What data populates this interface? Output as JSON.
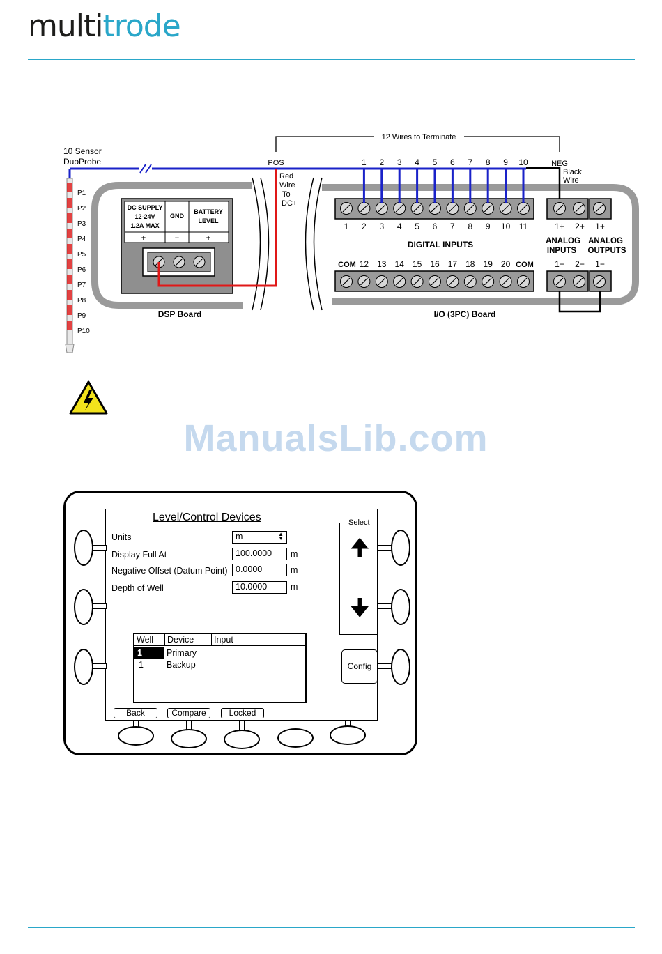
{
  "header": {
    "logo_part1": "multi",
    "logo_part2": "trode",
    "accent_color": "#2aa7c9"
  },
  "diagram": {
    "probe_label_1": "10 Sensor",
    "probe_label_2": "DuoProbe",
    "probe_points": [
      "P1",
      "P2",
      "P3",
      "P4",
      "P5",
      "P6",
      "P7",
      "P8",
      "P9",
      "P10"
    ],
    "wires_caption": "12 Wires to Terminate",
    "pos_label": "POS",
    "neg_label": "NEG",
    "black_wire_1": "Black",
    "black_wire_2": "Wire",
    "red_wire_lines": [
      "Red",
      "Wire",
      "To",
      "DC+"
    ],
    "dsp_headers": {
      "dc_1": "DC SUPPLY",
      "dc_2": "12-24V",
      "dc_3": "1.2A MAX",
      "gnd": "GND",
      "bat_1": "BATTERY",
      "bat_2": "LEVEL"
    },
    "dsp_signs": [
      "+",
      "−",
      "+"
    ],
    "dsp_board_label": "DSP Board",
    "top_wire_numbers": [
      "1",
      "2",
      "3",
      "4",
      "5",
      "6",
      "7",
      "8",
      "9",
      "10"
    ],
    "digital_top_numbers": [
      "1",
      "2",
      "3",
      "4",
      "5",
      "6",
      "7",
      "8",
      "9",
      "10",
      "11"
    ],
    "digital_inputs_label": "DIGITAL INPUTS",
    "bottom_numbers": [
      "COM",
      "12",
      "13",
      "14",
      "15",
      "16",
      "17",
      "18",
      "19",
      "20",
      "COM"
    ],
    "analog_top_labels": [
      "1+",
      "2+",
      "1+"
    ],
    "analog_inputs_1": "ANALOG",
    "analog_inputs_2": "INPUTS",
    "analog_outputs_1": "ANALOG",
    "analog_outputs_2": "OUTPUTS",
    "analog_bottom_labels": [
      "1−",
      "2−",
      "1−"
    ],
    "io_board_label": "I/O (3PC) Board",
    "wire_colors": {
      "blue": "#1a22c8",
      "red": "#e01818"
    }
  },
  "warning_icon": "high-voltage-warning-icon",
  "watermark": "ManualsLib.com",
  "device": {
    "title": "Level/Control Devices",
    "fields": [
      {
        "label": "Units",
        "value": "m",
        "unit": ""
      },
      {
        "label": "Display Full At",
        "value": "100.0000",
        "unit": "m"
      },
      {
        "label": "Negative Offset (Datum Point)",
        "value": "0.0000",
        "unit": "m"
      },
      {
        "label": "Depth of Well",
        "value": "10.0000",
        "unit": "m"
      }
    ],
    "select_label": "Select",
    "config_button": "Config",
    "table": {
      "headers": [
        "Well",
        "Device",
        "Input"
      ],
      "rows": [
        {
          "well": "1",
          "device": "Primary"
        },
        {
          "well": "1",
          "device": "Backup"
        }
      ]
    },
    "softkeys": [
      "Back",
      "Compare",
      "Locked"
    ]
  }
}
